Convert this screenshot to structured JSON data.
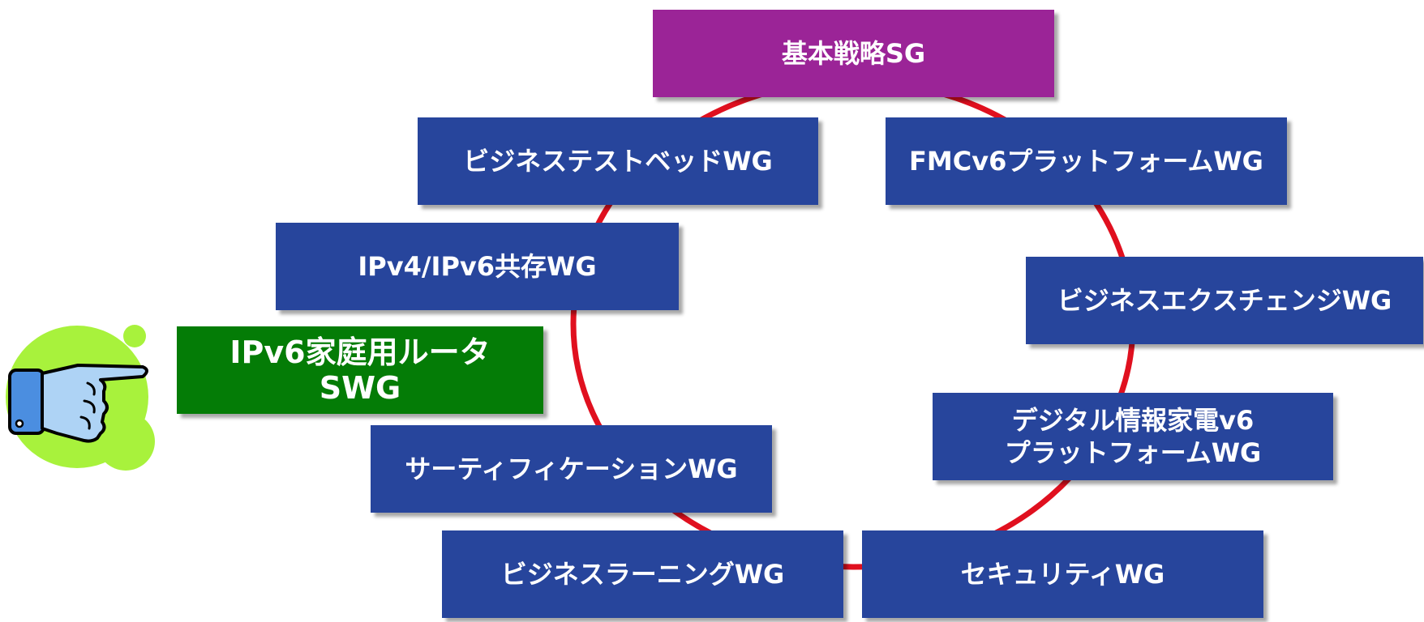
{
  "colors": {
    "ring": "#e0101f",
    "wg_box": "#27459c",
    "sg_box": "#9b2497",
    "highlight_box": "#047c06",
    "hand_blob": "#a8f23c",
    "hand_skin": "#4b8ee0"
  },
  "diagram": {
    "sg": {
      "label": "基本戦略SG"
    },
    "left": [
      {
        "label": "ビジネステストベッドWG"
      },
      {
        "label": "IPv4/IPv6共存WG"
      },
      {
        "lines": [
          "IPv6家庭用ルータ",
          "SWG"
        ]
      },
      {
        "label": "サーティフィケーションWG"
      },
      {
        "label": "ビジネスラーニングWG"
      }
    ],
    "right": [
      {
        "label": "FMCv6プラットフォームWG"
      },
      {
        "label": "ビジネスエクスチェンジWG"
      },
      {
        "lines": [
          "デジタル情報家電v6",
          "プラットフォームWG"
        ]
      },
      {
        "label": "セキュリティWG"
      }
    ]
  },
  "pointer": {
    "icon": "pointing-hand-icon"
  }
}
